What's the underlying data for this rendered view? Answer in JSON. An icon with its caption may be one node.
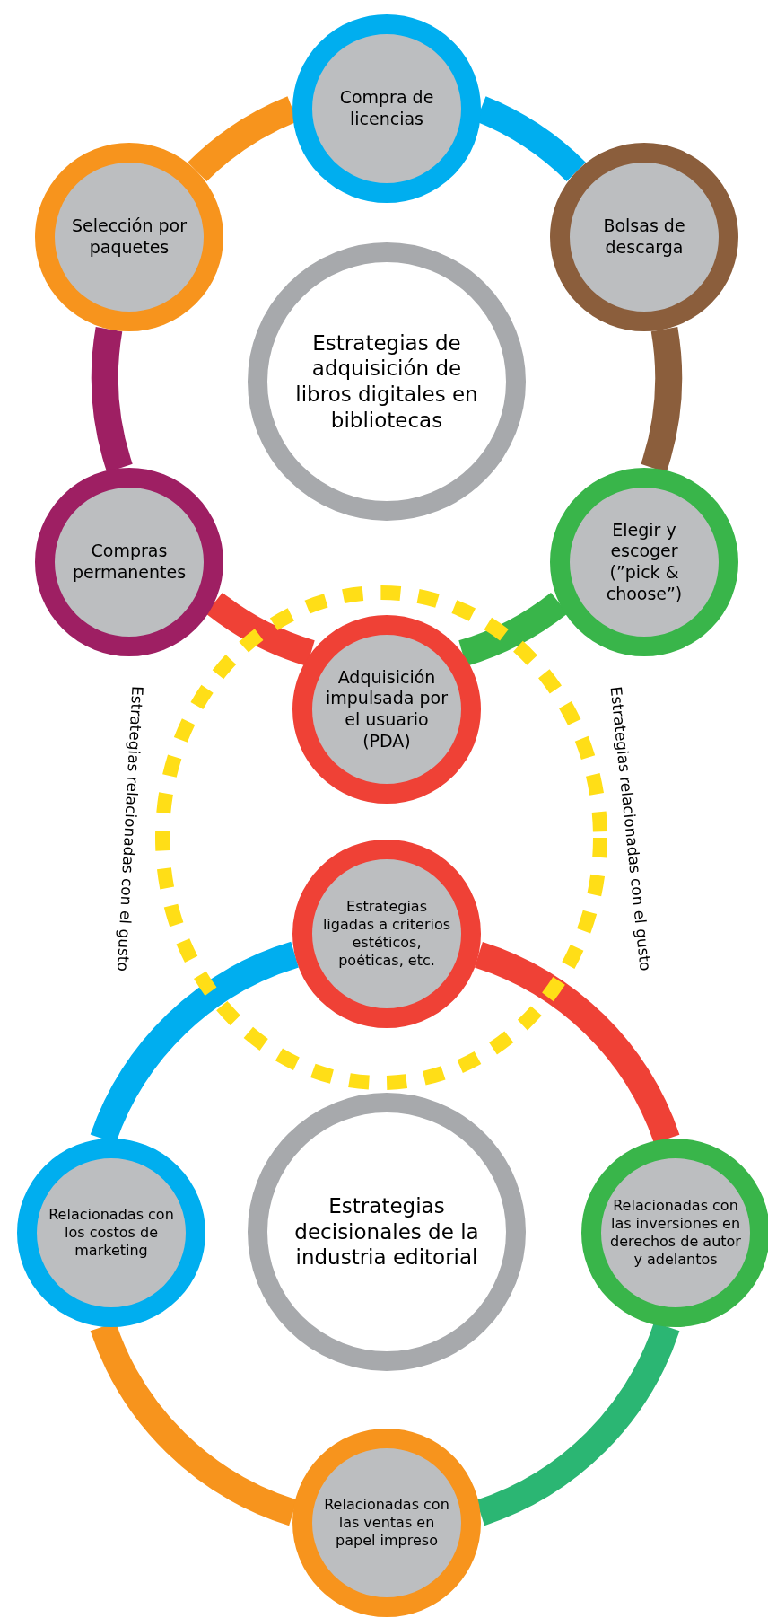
{
  "diagram": {
    "nodes": [
      {
        "text": [
          "Estrategias de adquisición de libros digitales en bibliotecas"
        ]
      },
      {
        "text": [
          "Compra de licencias"
        ]
      },
      {
        "text": [
          "Bolsas de descarga"
        ]
      },
      {
        "text": [
          "Elegir y escoger (”pick & choose”)"
        ]
      },
      {
        "text": [
          "Adquisición impulsada por el usuario (PDA)"
        ]
      },
      {
        "text": [
          "Compras permanentes"
        ]
      },
      {
        "text": [
          "Selección por paquetes"
        ]
      },
      {
        "text": [
          "Estrategias decisionales de la industria editorial"
        ]
      },
      {
        "text": [
          "Estrategias ligadas a criterios estéticos, poéticas, etc."
        ]
      },
      {
        "text": [
          "Relacionadas con las inversiones en derechos de autor y adelantos"
        ]
      },
      {
        "text": [
          "Relacionadas con las ventas en papel impreso"
        ]
      },
      {
        "text": [
          "Relacionadas con los costos de marketing"
        ]
      }
    ],
    "labels": [
      "Estrategias relacionadas con el gusto",
      "Estrategias relacionadas con el gusto"
    ],
    "edges": [
      {
        "from": 1,
        "to": 2,
        "arrow": "none",
        "color": "#00aeef"
      },
      {
        "from": 2,
        "to": 3,
        "arrow": "none",
        "color": "#8b5e3c"
      },
      {
        "from": 3,
        "to": 4,
        "arrow": "none",
        "color": "#39b54a"
      },
      {
        "from": 4,
        "to": 5,
        "arrow": "none",
        "color": "#ef4136"
      },
      {
        "from": 5,
        "to": 6,
        "arrow": "none",
        "color": "#9e1f63"
      },
      {
        "from": 6,
        "to": 1,
        "arrow": "none",
        "color": "#f7941d"
      },
      {
        "from": 8,
        "to": 9,
        "arrow": "none",
        "color": "#ef4136"
      },
      {
        "from": 9,
        "to": 10,
        "arrow": "none",
        "color": "#2bb673"
      },
      {
        "from": 10,
        "to": 11,
        "arrow": "none",
        "color": "#f7941d"
      },
      {
        "from": 11,
        "to": 8,
        "arrow": "none",
        "color": "#00aeef"
      }
    ]
  }
}
